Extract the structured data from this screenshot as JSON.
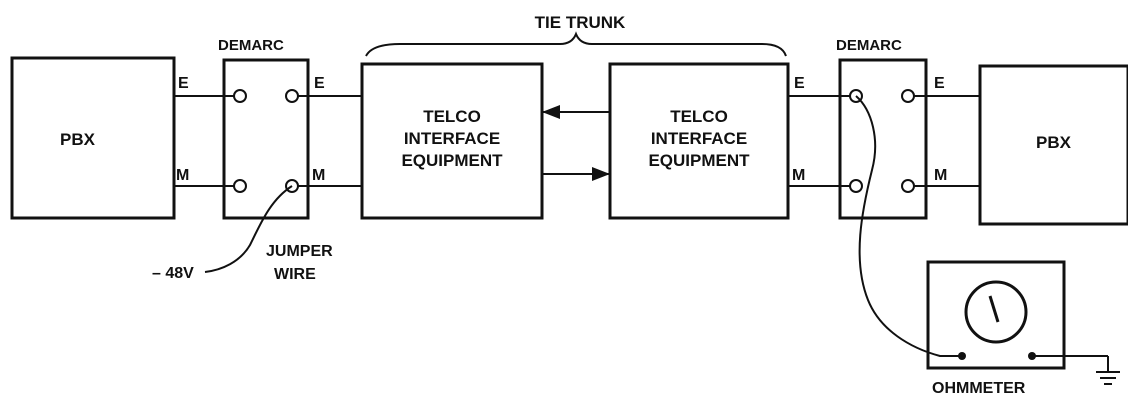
{
  "tie_trunk_label": "TIE TRUNK",
  "left": {
    "pbx_label": "PBX",
    "demarc_label": "DEMARC",
    "e_label": "E",
    "m_label": "M"
  },
  "right": {
    "pbx_label": "PBX",
    "demarc_label": "DEMARC",
    "e_label": "E",
    "m_label": "M"
  },
  "telco_left": [
    "TELCO",
    "INTERFACE",
    "EQUIPMENT"
  ],
  "telco_right": [
    "TELCO",
    "INTERFACE",
    "EQUIPMENT"
  ],
  "voltage_label": "– 48V",
  "jumper_label": [
    "JUMPER",
    "WIRE"
  ],
  "ohmmeter_label": "OHMMETER",
  "colors": {
    "line": "#111111",
    "background": "#ffffff"
  }
}
